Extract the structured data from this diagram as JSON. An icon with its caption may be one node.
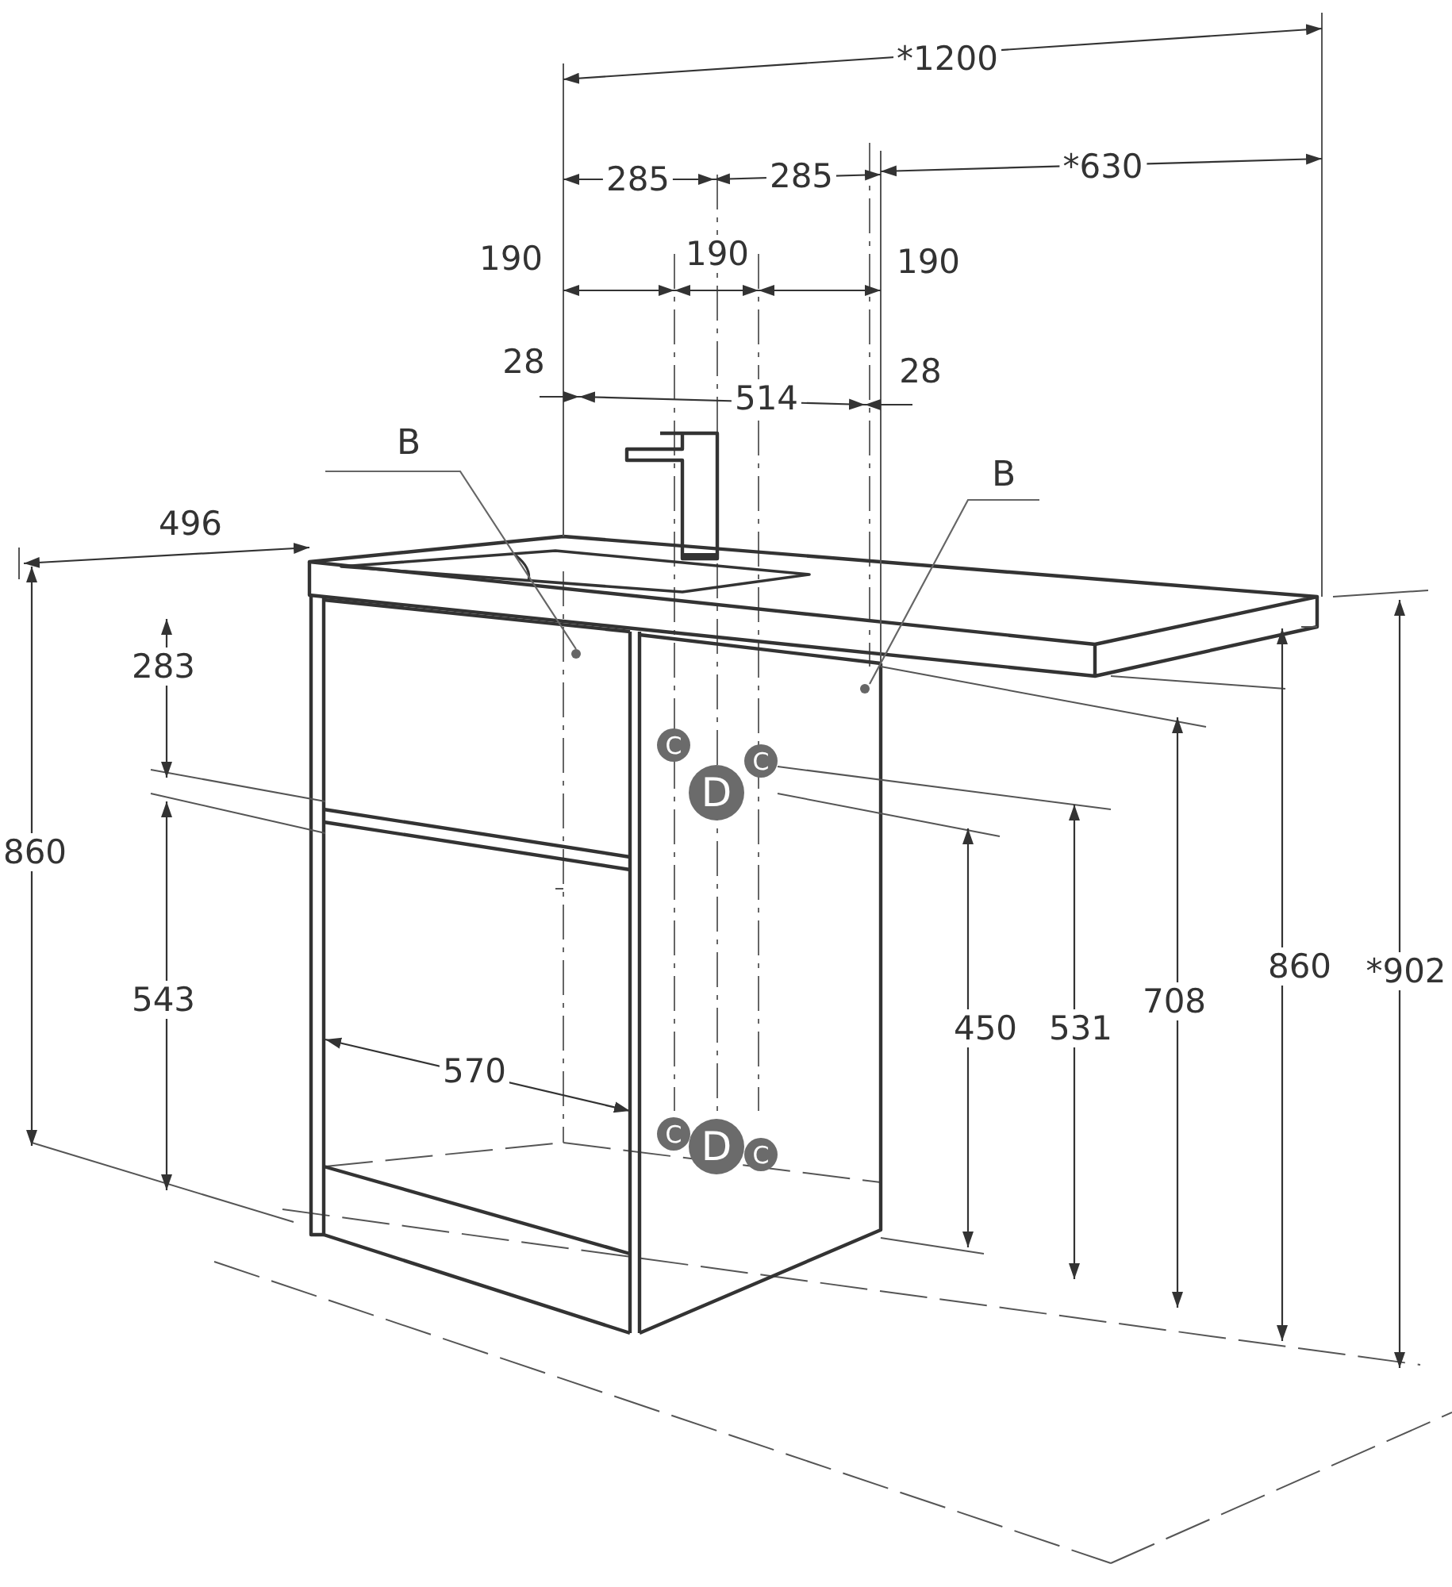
{
  "diagram": {
    "nodes": [
      {
        "text": [
          "B"
        ]
      },
      {
        "text": [],
        "shape": "circle"
      },
      {
        "text": [
          "B"
        ]
      },
      {
        "text": [],
        "shape": "circle"
      },
      {
        "text": [
          "C"
        ]
      },
      {
        "text": [
          "D"
        ]
      },
      {
        "text": [
          "C"
        ]
      },
      {
        "text": [
          "C"
        ]
      },
      {
        "text": [
          "D"
        ]
      },
      {
        "text": [
          "C"
        ]
      }
    ],
    "edges": [
      {
        "from": 0,
        "to": 1,
        "arrow": "none"
      },
      {
        "from": 2,
        "to": 3,
        "arrow": "none"
      }
    ],
    "labels": [
      "*1200",
      "285",
      "285",
      "*630",
      "190",
      "190",
      "190",
      "28",
      "514",
      "28",
      "496",
      "283",
      "860",
      "543",
      "570",
      "450",
      "531",
      "708",
      "860",
      "*902"
    ]
  }
}
